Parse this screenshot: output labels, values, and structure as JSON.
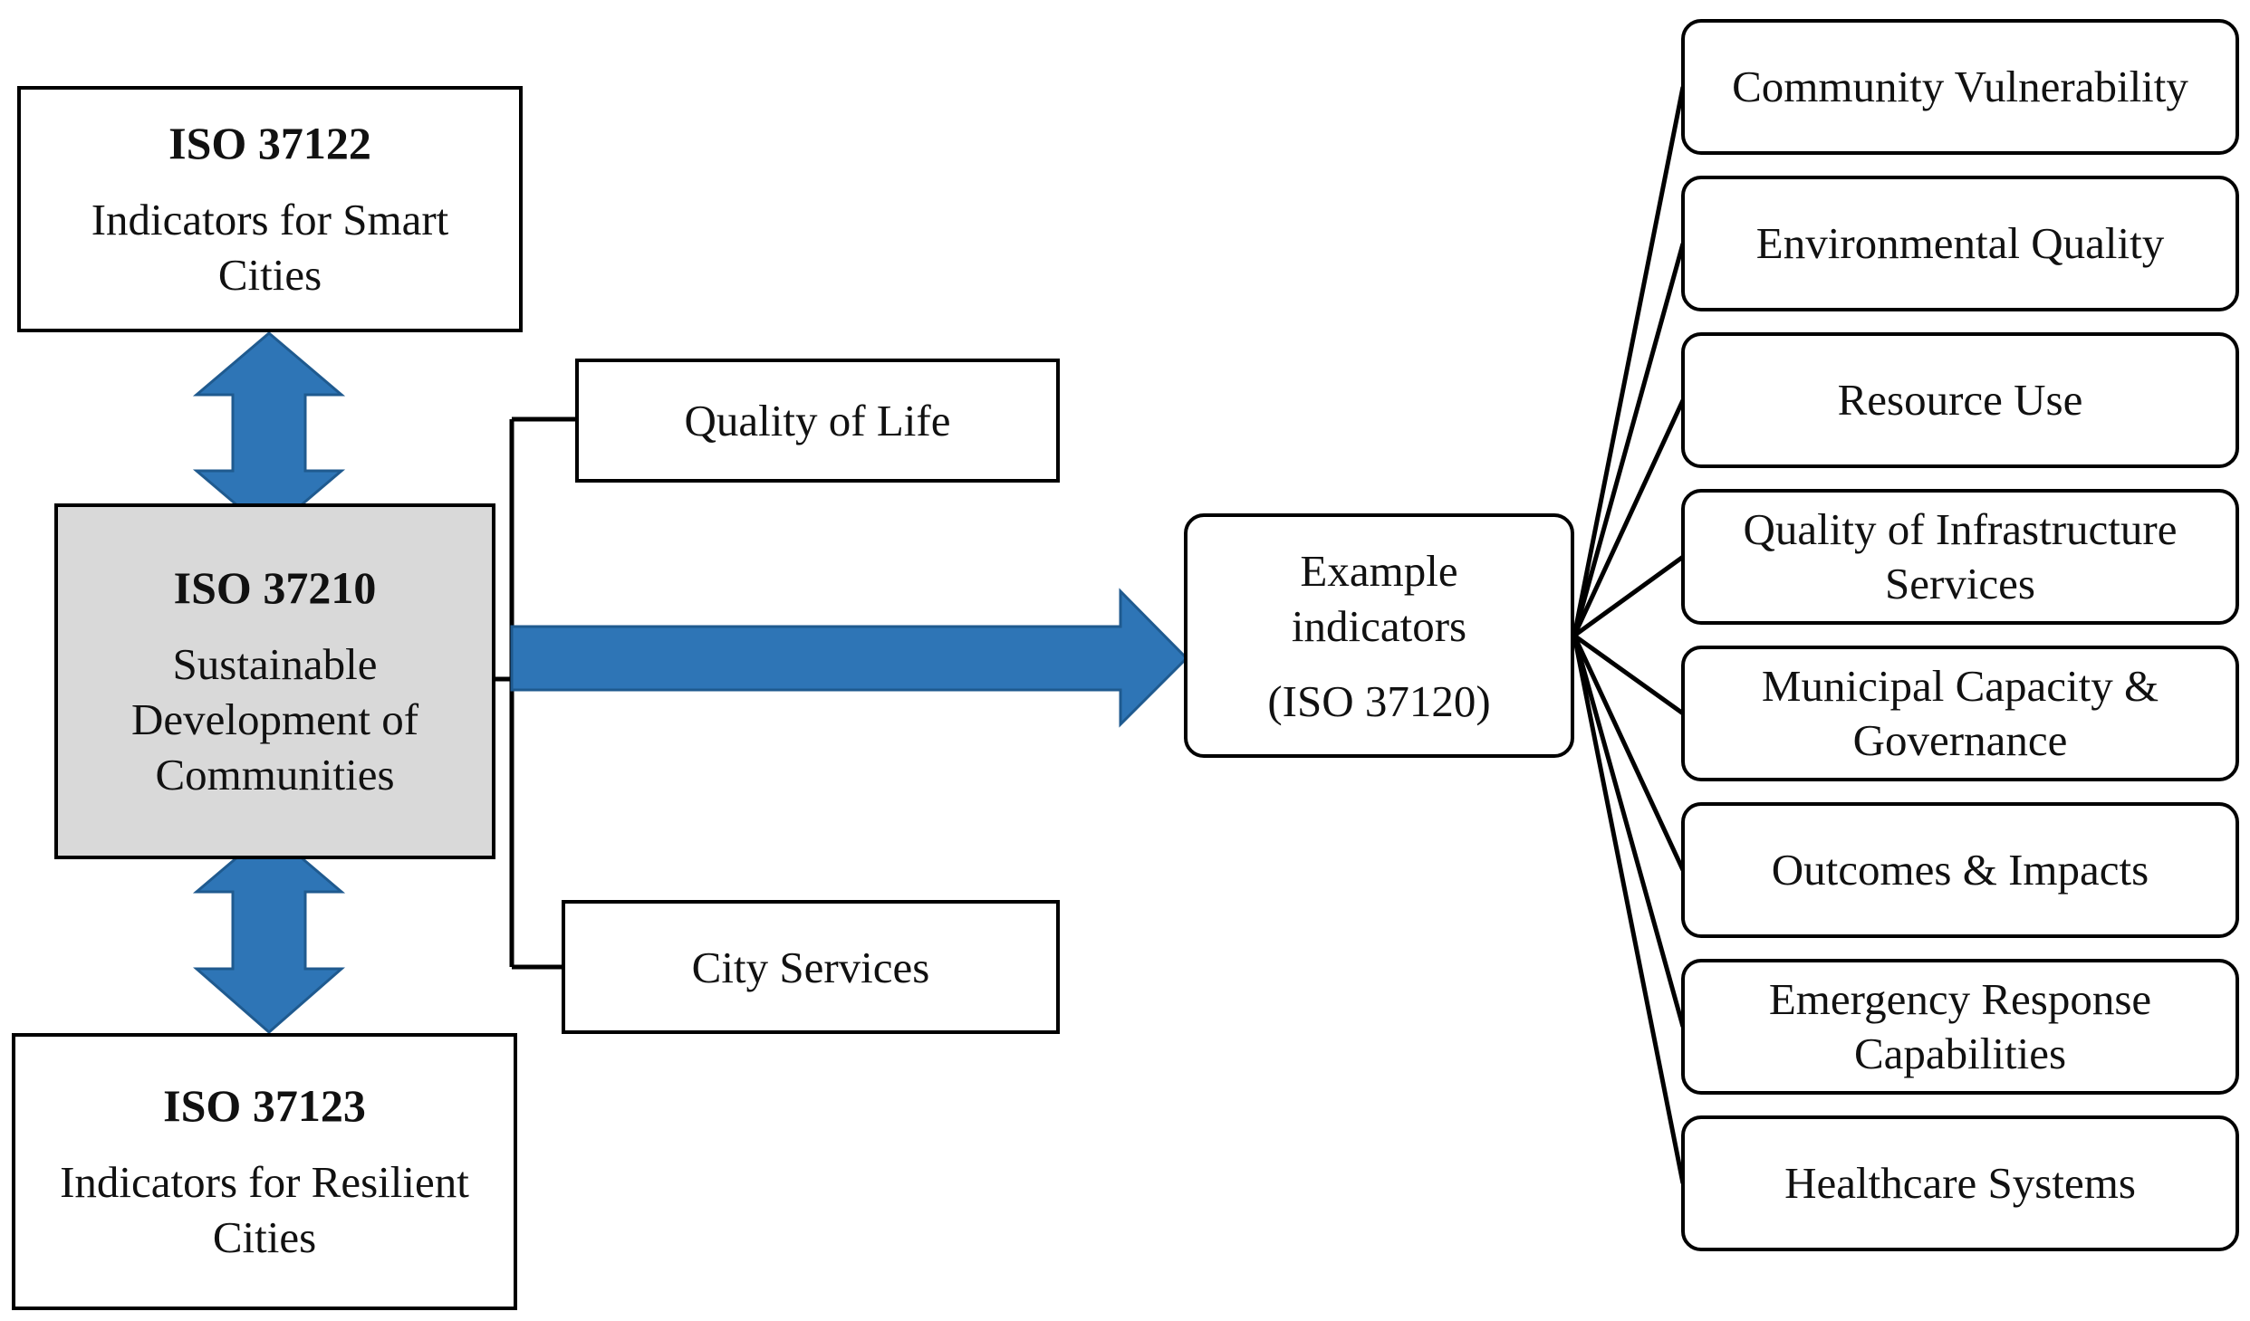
{
  "iso37122": {
    "code": "ISO 37122",
    "title": "Indicators for Smart Cities"
  },
  "iso37210": {
    "code": "ISO 37210",
    "title": "Sustainable Development of Communities"
  },
  "iso37123": {
    "code": "ISO 37123",
    "title": "Indicators for Resilient Cities"
  },
  "branches": {
    "quality_of_life": "Quality of Life",
    "city_services": "City Services"
  },
  "example": {
    "line1": "Example",
    "line2": "indicators",
    "line3": "(ISO 37120)"
  },
  "categories": [
    "Community Vulnerability",
    "Environmental Quality",
    "Resource Use",
    "Quality of Infrastructure Services",
    "Municipal Capacity & Governance",
    "Outcomes & Impacts",
    "Emergency Response Capabilities",
    "Healthcare Systems"
  ],
  "colors": {
    "arrow": "#2e75b6",
    "arrow_stroke": "#1f5a8f",
    "center_fill": "#d9d9d9"
  }
}
